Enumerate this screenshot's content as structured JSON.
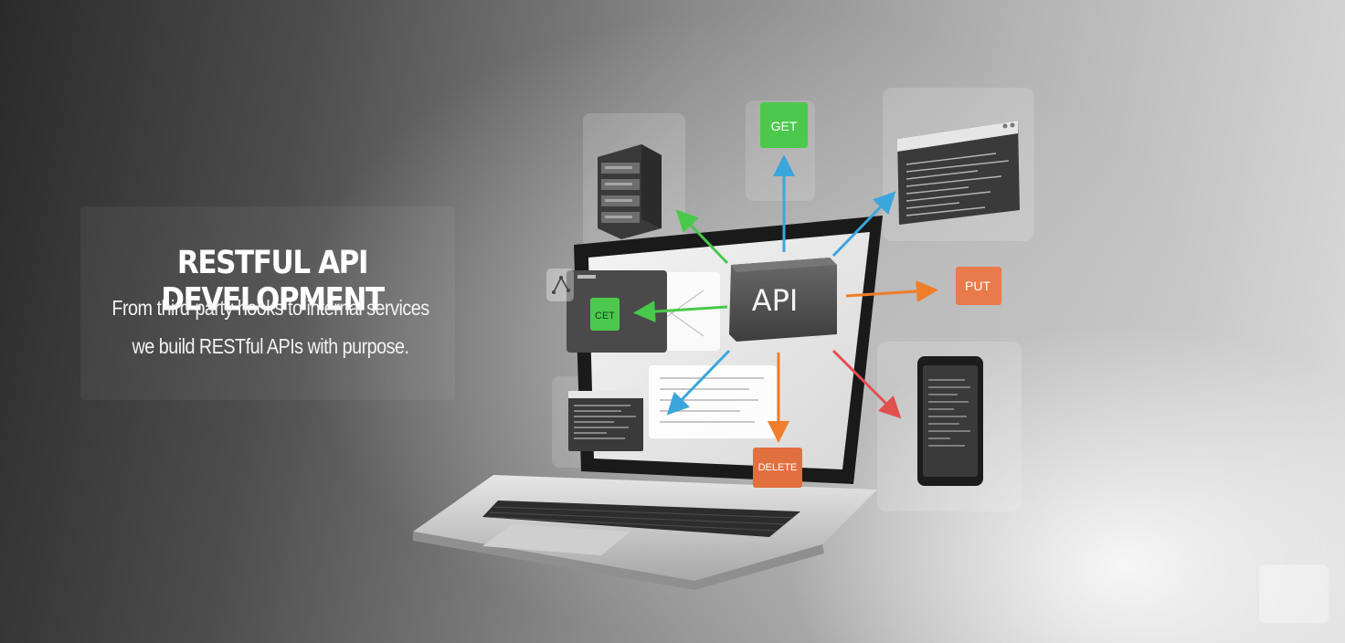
{
  "hero": {
    "title": "RESTFUL API DEVELOPMENT",
    "subtitle_line1": "From third-party hooks to internal services",
    "subtitle_line2": "we build RESTful APIs with purpose."
  },
  "illustration": {
    "hub_label": "API",
    "methods": {
      "get_top": "GET",
      "get_left": "CET",
      "put": "PUT",
      "delete": "DELETE"
    },
    "colors": {
      "get": "#4cc94c",
      "put": "#e87a4c",
      "delete": "#e2703e",
      "arrow_blue": "#3aa6dc",
      "arrow_green": "#49c94a",
      "arrow_orange": "#ef7d2a",
      "arrow_red": "#e14f4f"
    },
    "icons": [
      "server-rack-icon",
      "code-window-icon",
      "smartphone-icon",
      "share-node-icon",
      "laptop-icon"
    ]
  }
}
